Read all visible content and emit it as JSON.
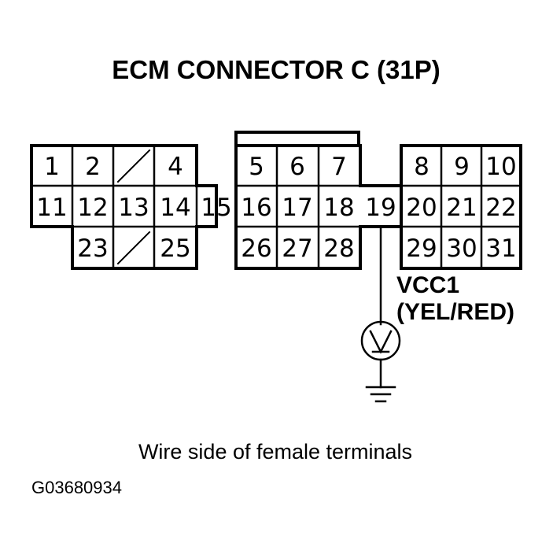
{
  "title": "ECM CONNECTOR C (31P)",
  "pins": {
    "p1": "1",
    "p2": "2",
    "p4": "4",
    "p5": "5",
    "p6": "6",
    "p7": "7",
    "p8": "8",
    "p9": "9",
    "p10": "10",
    "p11": "11",
    "p12": "12",
    "p13": "13",
    "p14": "14",
    "p15": "15",
    "p16": "16",
    "p17": "17",
    "p18": "18",
    "p19": "19",
    "p20": "20",
    "p21": "21",
    "p22": "22",
    "p23": "23",
    "p25": "25",
    "p26": "26",
    "p27": "27",
    "p28": "28",
    "p29": "29",
    "p30": "30",
    "p31": "31"
  },
  "probe": {
    "signal": "VCC1",
    "wire_color": "(YEL/RED)",
    "meter_icon": "voltmeter-icon",
    "ground_icon": "ground-icon"
  },
  "caption": "Wire side of female terminals",
  "figure_code": "G03680934"
}
